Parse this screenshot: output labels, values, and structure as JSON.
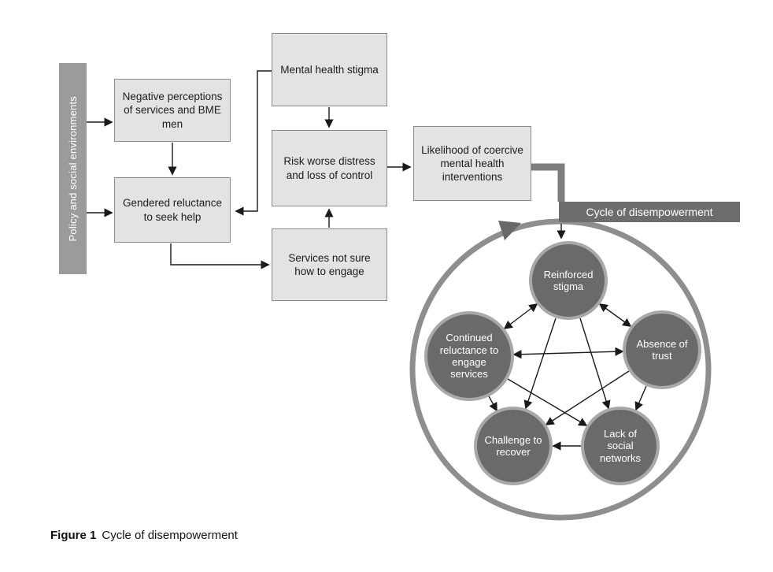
{
  "figure": {
    "caption_label": "Figure 1",
    "caption_text": "Cycle of disempowerment"
  },
  "flowchart": {
    "policy_bar_label": "Policy and social environments",
    "boxes": {
      "negative_perceptions": "Negative perceptions of services and BME men",
      "gendered_reluctance": "Gendered reluctance to seek help",
      "mental_health_stigma": "Mental health stigma",
      "risk_worse_distress": "Risk worse distress and loss of control",
      "services_not_sure": "Services not sure how to engage",
      "likelihood_coercive": "Likelihood of coercive mental health interventions"
    }
  },
  "cycle": {
    "banner_label": "Cycle of disempowerment",
    "nodes": {
      "reinforced_stigma": "Reinforced stigma",
      "continued_reluctance": "Continued reluctance to engage services",
      "absence_of_trust": "Absence of trust",
      "challenge_to_recover": "Challenge to recover",
      "lack_of_social_networks": "Lack of social networks"
    }
  },
  "colors": {
    "box_fill": "#e3e3e3",
    "box_border": "#8c8c8c",
    "bar_fill": "#9b9b9b",
    "banner_fill": "#6d6d6d",
    "node_fill": "#6a6a6a",
    "node_ring": "#a8a8a8",
    "cycle_ring": "#8e8e8e",
    "cycle_ring_arrow": "#686868",
    "connector_thick": "#7d7d7d",
    "arrow": "#1a1a1a"
  }
}
